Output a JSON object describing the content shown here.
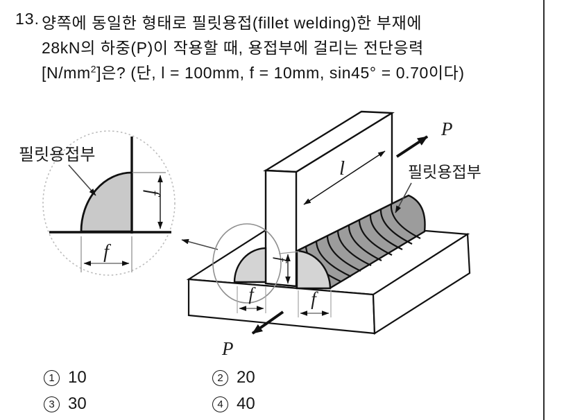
{
  "question": {
    "number": "13.",
    "lines": [
      "양쪽에 동일한 형태로 필릿용접(fillet welding)한 부재에",
      "28kN의 하중(P)이 작용할 때, 용접부에 걸리는 전단응력"
    ],
    "line3": {
      "pre": "[N/mm",
      "sup": "2",
      "post": "]은? (단, l = 100mm, f = 10mm, sin45° = 0.70이다)"
    }
  },
  "diagram": {
    "detail_view": {
      "weld_label": "필릿용접부"
    },
    "iso_view": {
      "weld_label": "필릿용접부"
    },
    "dim_f": "f",
    "dim_l": "l",
    "load_label": "P"
  },
  "choices": [
    {
      "marker": "1",
      "value": "10"
    },
    {
      "marker": "2",
      "value": "20"
    },
    {
      "marker": "3",
      "value": "30"
    },
    {
      "marker": "4",
      "value": "40"
    }
  ],
  "colors": {
    "line": "#111111",
    "weld_bead": "#9c9c9c",
    "weld_end_face": "#d4d4d4",
    "detail_weld_fill": "#c9c9c9",
    "divider": "#2e2e2e"
  }
}
